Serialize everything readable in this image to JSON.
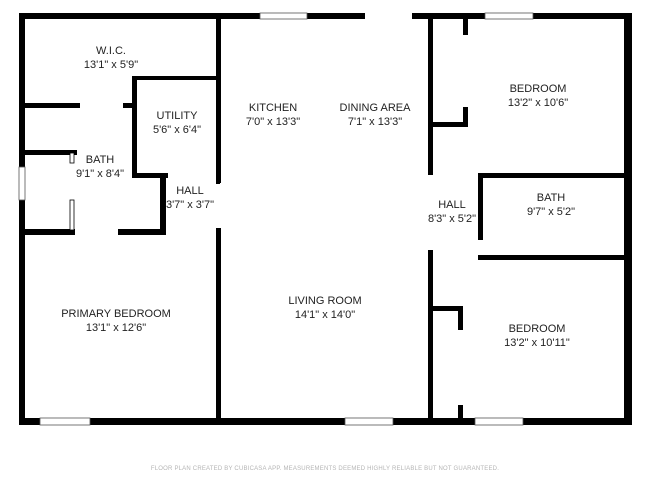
{
  "rooms": [
    {
      "name": "W.I.C.",
      "dims": "13'1\" x 5'9\""
    },
    {
      "name": "UTILITY",
      "dims": "5'6\" x 6'4\""
    },
    {
      "name": "BATH",
      "dims": "9'1\" x 8'4\""
    },
    {
      "name": "HALL",
      "dims": "3'7\" x 3'7\""
    },
    {
      "name": "KITCHEN",
      "dims": "7'0\" x 13'3\""
    },
    {
      "name": "DINING AREA",
      "dims": "7'1\" x 13'3\""
    },
    {
      "name": "PRIMARY BEDROOM",
      "dims": "13'1\" x 12'6\""
    },
    {
      "name": "LIVING ROOM",
      "dims": "14'1\" x 14'0\""
    },
    {
      "name": "BEDROOM",
      "dims": "13'2\" x 10'6\""
    },
    {
      "name": "HALL",
      "dims": "8'3\" x 5'2\""
    },
    {
      "name": "BATH",
      "dims": "9'7\" x 5'2\""
    },
    {
      "name": "BEDROOM",
      "dims": "13'2\" x 10'11\""
    }
  ],
  "footer": "FLOOR PLAN CREATED BY CUBICASA APP. MEASUREMENTS DEEMED HIGHLY RELIABLE BUT NOT GUARANTEED.",
  "colors": {
    "wall": "#000000",
    "window": "#ffffff",
    "footer_text": "#b5b5b5"
  }
}
